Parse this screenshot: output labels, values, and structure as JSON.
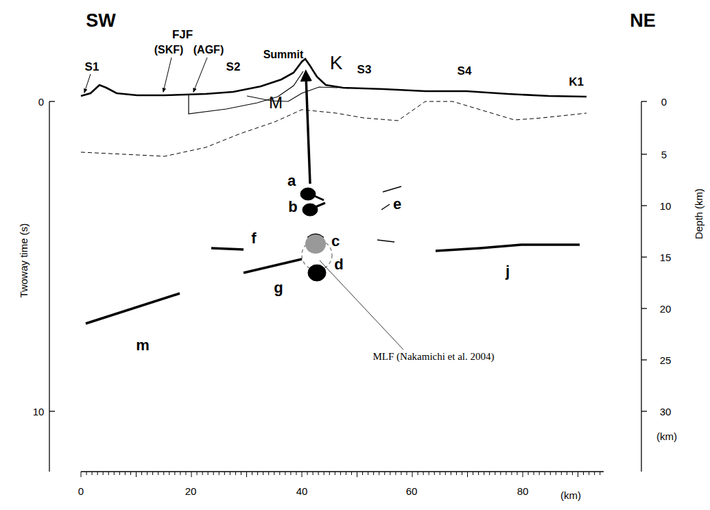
{
  "diagram": {
    "labels": [
      "SW",
      "NE",
      "FJF",
      "(SKF)",
      "(AGF)",
      "Summit",
      "S1",
      "K",
      "S2",
      "S3",
      "S4",
      "K1",
      "M",
      "0",
      "0",
      "5",
      "a",
      "b",
      "e",
      "10",
      "c",
      "f",
      "15",
      "d",
      "g",
      "j",
      "MLF (Nakamichi et al. 2004)",
      "20",
      "m",
      "25",
      "30",
      "10",
      "(km)",
      "0",
      "20",
      "40",
      "60",
      "80",
      "(km)",
      "Twoway time (s)",
      "Depth (km)"
    ]
  }
}
